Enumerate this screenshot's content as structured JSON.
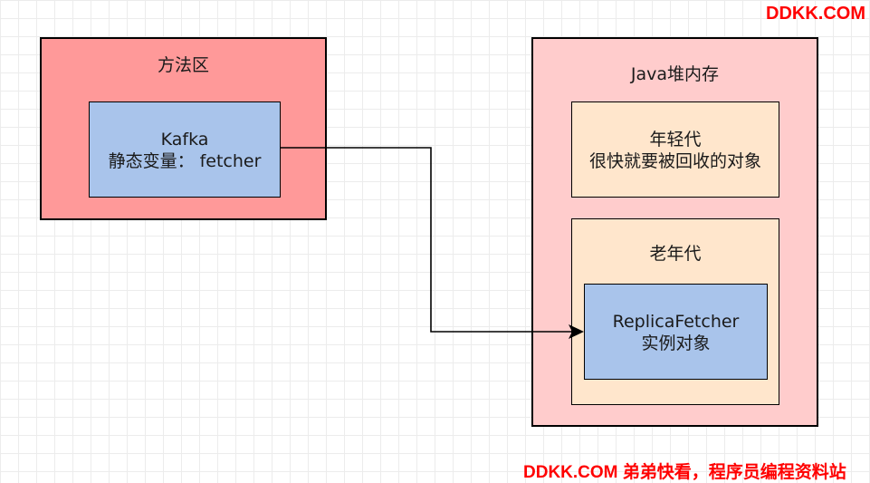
{
  "colors": {
    "method_area_fill": "#ff9999",
    "heap_fill": "#ffcccc",
    "generation_fill": "#ffe6cc",
    "object_fill": "#a9c4eb",
    "watermark": "#ff0000",
    "border": "#000000"
  },
  "watermark_top": "DDKK.COM",
  "watermark_bottom": "DDKK.COM 弟弟快看，程序员编程资料站",
  "method_area": {
    "title": "方法区",
    "kafka_box": {
      "line1": "Kafka",
      "line2": "静态变量： fetcher"
    }
  },
  "heap": {
    "title": "Java堆内存",
    "young_gen": {
      "line1": "年轻代",
      "line2": "很快就要被回收的对象"
    },
    "old_gen": {
      "title": "老年代",
      "object": {
        "line1": "ReplicaFetcher",
        "line2": "实例对象"
      }
    }
  },
  "connector": {
    "from": "kafka-static-fetcher",
    "to": "replica-fetcher-instance"
  }
}
